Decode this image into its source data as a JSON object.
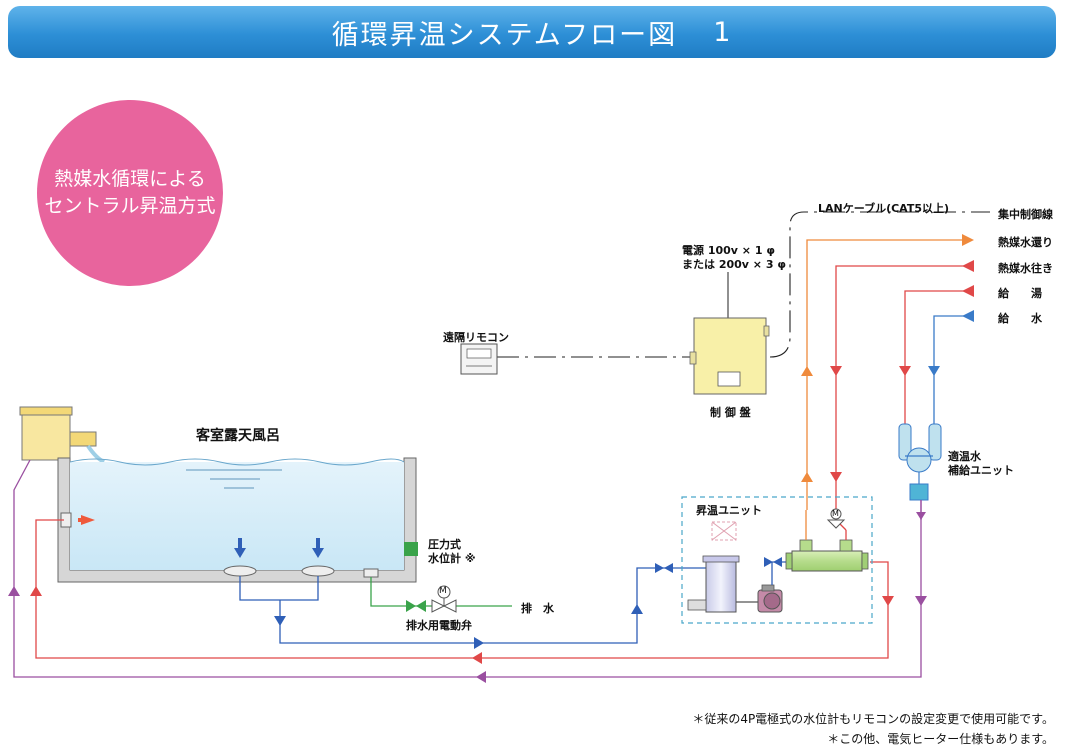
{
  "title": {
    "text": "循環昇温システムフロー図",
    "number": "1"
  },
  "badge": {
    "line1": "熱媒水循環による",
    "line2": "セントラル昇温方式"
  },
  "labels": {
    "pool": "客室露天風呂",
    "pressure_gauge": "圧力式",
    "pressure_gauge2": "水位計 ※",
    "drain": "排　水",
    "drain_valve": "排水用電動弁",
    "remote": "遠隔リモコン",
    "control_panel": "制 御 盤",
    "power1": "電源 100v × 1 φ",
    "power2": "または 200v × 3 φ",
    "lan": "LANケーブル(CAT5以上)",
    "central_line": "集中制御線",
    "return": "熱媒水還り",
    "supply": "熱媒水往き",
    "hot_water": "給　　湯",
    "cold_water": "給　　水",
    "mix_unit1": "適温水",
    "mix_unit2": "補給ユニット",
    "heating_unit": "昇温ユニット",
    "motor": "M"
  },
  "footnotes": [
    "＊従来の4P電極式の水位計もリモコンの設定変更で使用可能です。",
    "＊この他、電気ヒーター仕様もあります。"
  ],
  "colors": {
    "orange": "#ef8a3c",
    "red": "#e04848",
    "blue": "#2f5fb7",
    "steel_blue": "#3a7bc8",
    "purple": "#9a4fa0",
    "green": "#3aa34a",
    "panel": "#f8f0a8"
  }
}
